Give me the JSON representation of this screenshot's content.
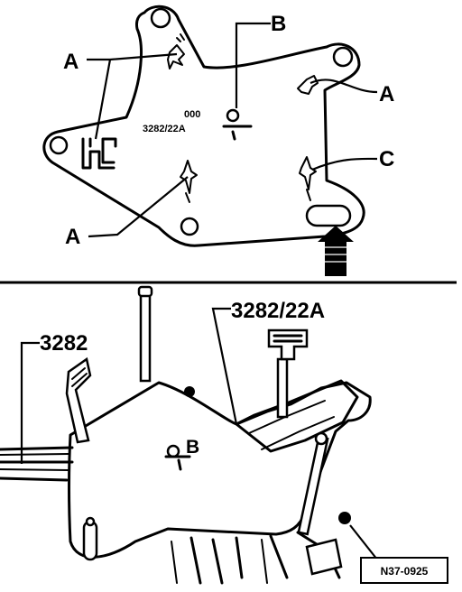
{
  "top_view": {
    "callouts": {
      "a_top_left": "A",
      "b_top": "B",
      "a_right": "A",
      "c_right": "C",
      "a_bottom_left": "A"
    },
    "plate_marking": {
      "line1": "000",
      "line2": "3282/22A"
    }
  },
  "bottom_view": {
    "callouts": {
      "tool_3282": "3282",
      "tool_3282_22a": "3282/22A",
      "b_marking": "B"
    }
  },
  "figure_id": "N37-0925"
}
